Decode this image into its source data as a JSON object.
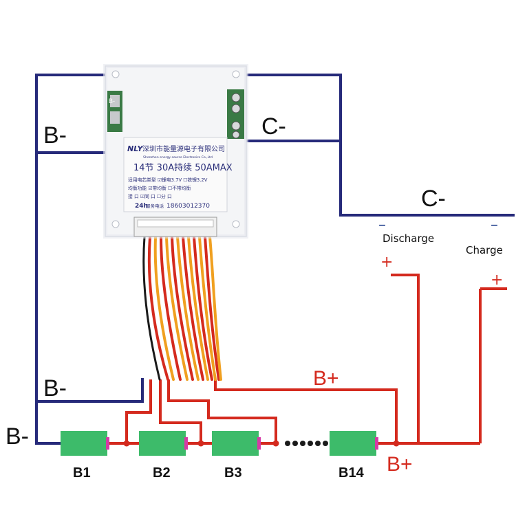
{
  "colors": {
    "negative_wire": "#262a7a",
    "positive_wire": "#d42a1e",
    "cell_fill": "#3dbb6a",
    "cell_terminal": "#d63aa6",
    "board": "#f4f5f7",
    "board_text": "#2b2f7a"
  },
  "labels": {
    "b_minus_top": "B-",
    "b_minus_mid": "B-",
    "b_minus_left": "B-",
    "c_minus_board": "C-",
    "c_minus_right": "C-",
    "discharge_minus": "–",
    "charge_minus": "–",
    "discharge": "Discharge",
    "charge": "Charge",
    "discharge_plus": "+",
    "charge_plus": "+",
    "b_plus_top": "B+",
    "b_plus_bottom": "B+"
  },
  "cells": [
    {
      "id": "cell-b1",
      "label": "B1"
    },
    {
      "id": "cell-b2",
      "label": "B2"
    },
    {
      "id": "cell-b3",
      "label": "B3"
    },
    {
      "id": "cell-b14",
      "label": "B14"
    }
  ],
  "board": {
    "logo": "NLY",
    "company_cn": "深圳市能量源电子有限公司",
    "company_en": "Shenzhen energy source Electronics Co.,Ltd",
    "spec_line": "14节 30A持续 50AMAX",
    "row1": "适用电芯类型  ☑锂电3.7V  ☐铁锂3.2V",
    "row2": "均衡功能  ☑带均衡  ☐不带均衡",
    "row3": "接  口  ☑同 口   ☐分 口",
    "service_badge": "24h",
    "service_text": "服务电话",
    "phone": "18603012370",
    "pad_label": "B-"
  }
}
